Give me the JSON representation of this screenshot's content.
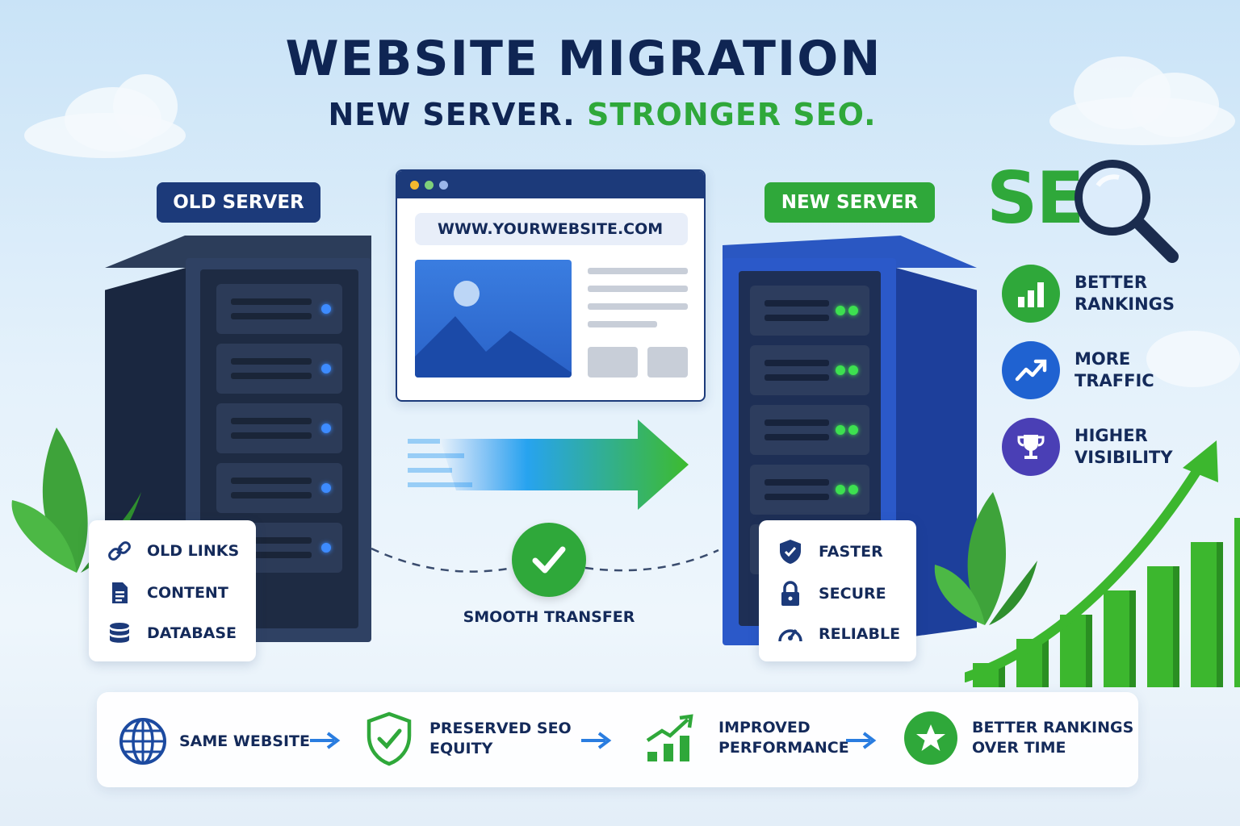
{
  "title": "WEBSITE MIGRATION",
  "subtitle": {
    "part1": "NEW SERVER.",
    "part2": "STRONGER SEO."
  },
  "old_server": {
    "label": "OLD SERVER",
    "items": [
      "OLD LINKS",
      "CONTENT",
      "DATABASE"
    ]
  },
  "new_server": {
    "label": "NEW SERVER",
    "items": [
      "FASTER",
      "SECURE",
      "RELIABLE"
    ]
  },
  "browser": {
    "url": "WWW.YOURWEBSITE.COM"
  },
  "transfer": {
    "label": "SMOOTH TRANSFER"
  },
  "seo": {
    "logo": "SEO",
    "features": [
      {
        "line1": "BETTER",
        "line2": "RANKINGS",
        "icon": "bar-chart-icon"
      },
      {
        "line1": "MORE",
        "line2": "TRAFFIC",
        "icon": "trend-up-icon"
      },
      {
        "line1": "HIGHER",
        "line2": "VISIBILITY",
        "icon": "trophy-icon"
      }
    ]
  },
  "growth_chart": {
    "bars": [
      1,
      2,
      3,
      4,
      5,
      6,
      7
    ]
  },
  "bottom_steps": [
    {
      "line1": "SAME WEBSITE",
      "line2": "",
      "icon": "globe-icon"
    },
    {
      "line1": "PRESERVED SEO",
      "line2": "EQUITY",
      "icon": "shield-check-icon"
    },
    {
      "line1": "IMPROVED",
      "line2": "PERFORMANCE",
      "icon": "growth-chart-icon"
    },
    {
      "line1": "BETTER RANKINGS",
      "line2": "OVER TIME",
      "icon": "star-badge-icon"
    }
  ],
  "colors": {
    "navy": "#0f2553",
    "green": "#2fa83a",
    "blue": "#1f62d1",
    "purple": "#4a3fb5"
  }
}
